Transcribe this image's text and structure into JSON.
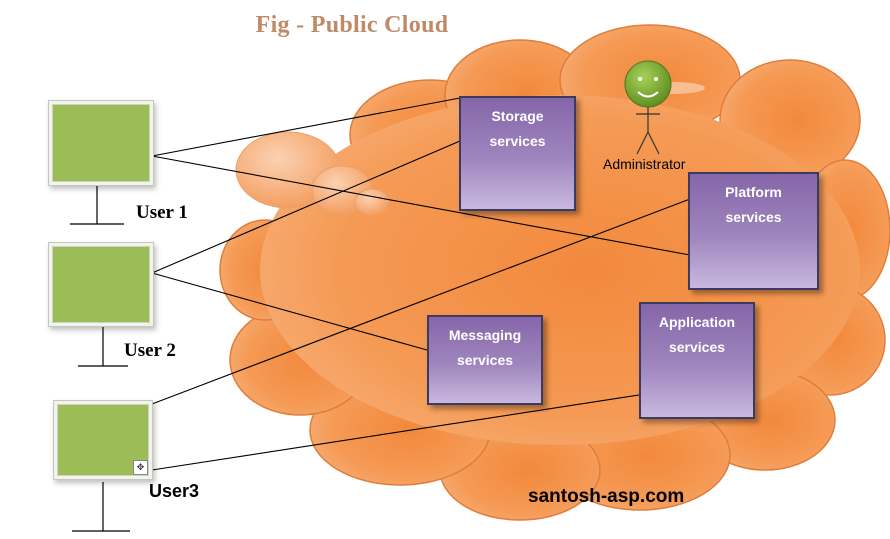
{
  "figure": {
    "title": "Fig - Public Cloud",
    "watermark": "santosh-asp.com",
    "administrator_label": "Administrator",
    "users": [
      {
        "id": "user1",
        "label": "User 1"
      },
      {
        "id": "user2",
        "label": "User 2"
      },
      {
        "id": "user3",
        "label": "User3"
      }
    ],
    "services": [
      {
        "id": "storage",
        "line1": "Storage",
        "line2": "services"
      },
      {
        "id": "platform",
        "line1": "Platform",
        "line2": "services"
      },
      {
        "id": "messaging",
        "line1": "Messaging",
        "line2": "services"
      },
      {
        "id": "application",
        "line1": "Application",
        "line2": "services"
      }
    ],
    "connections": [
      {
        "from": "user1",
        "to": "storage"
      },
      {
        "from": "user1",
        "to": "platform"
      },
      {
        "from": "user2",
        "to": "storage"
      },
      {
        "from": "user2",
        "to": "messaging"
      },
      {
        "from": "user3",
        "to": "platform"
      },
      {
        "from": "user3",
        "to": "application"
      }
    ],
    "colors": {
      "cloud": "#f59a55",
      "service_fill": "#8566a9",
      "monitor_screen": "#9cbc58",
      "administrator": "#7aa630",
      "title": "#c08a66"
    }
  }
}
